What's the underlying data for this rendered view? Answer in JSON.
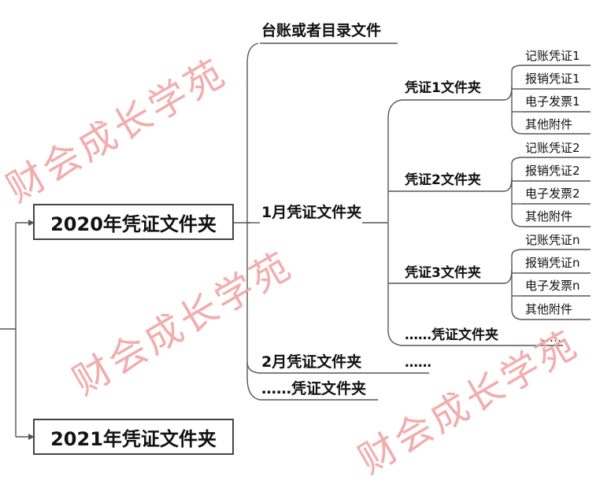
{
  "roots": [
    {
      "label": "2020年凭证文件夹"
    },
    {
      "label": "2021年凭证文件夹"
    }
  ],
  "level1": [
    {
      "label": "台账或者目录文件"
    },
    {
      "label": "1月凭证文件夹"
    },
    {
      "label": "2月凭证文件夹"
    },
    {
      "label": "……凭证文件夹"
    }
  ],
  "level2": [
    {
      "label": "凭证1文件夹"
    },
    {
      "label": "凭证2文件夹"
    },
    {
      "label": "凭证3文件夹"
    },
    {
      "label": "……凭证文件夹"
    },
    {
      "label": "……"
    }
  ],
  "level3": [
    {
      "label": "记账凭证1"
    },
    {
      "label": "报销凭证1"
    },
    {
      "label": "电子发票1"
    },
    {
      "label": "其他附件"
    },
    {
      "label": "记账凭证2"
    },
    {
      "label": "报销凭证2"
    },
    {
      "label": "电子发票2"
    },
    {
      "label": "其他附件"
    },
    {
      "label": "记账凭证n"
    },
    {
      "label": "报销凭证n"
    },
    {
      "label": "电子发票n"
    },
    {
      "label": "其他附件"
    },
    {
      "label": "……"
    }
  ],
  "watermark": {
    "text": "财会成长学苑"
  },
  "colors": {
    "line": "#555555",
    "watermark": "#f1a5a5"
  }
}
